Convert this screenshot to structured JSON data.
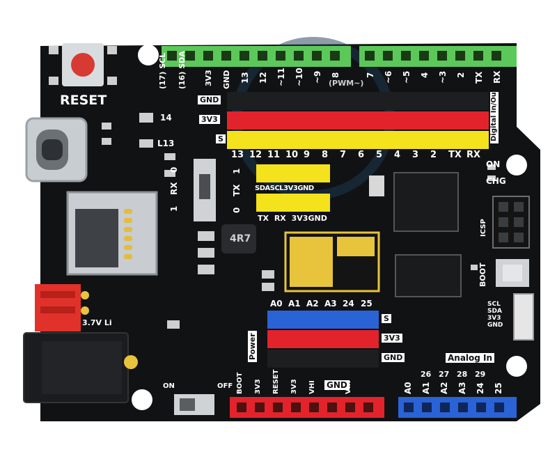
{
  "board": {
    "reset_label": "RESET",
    "led_14": "14",
    "led_l13": "L13",
    "on_label": "ON",
    "chg_label": "CHG",
    "icsp_label": "ICSP",
    "boot_label": "BOOT",
    "li_label": "3.7V Li",
    "inductor_label": "4R7",
    "switch_on": "ON",
    "switch_off": "OFF",
    "uart_switch_left": [
      "0",
      "RX",
      "1"
    ],
    "uart_switch_right": [
      "1",
      "TX",
      "0"
    ]
  },
  "top_header": {
    "left_labels": [
      "(17) SCL",
      "(16) SDA",
      "3V3",
      "GND",
      "13",
      "12",
      "~11",
      "~10",
      "~9",
      "8"
    ],
    "right_labels": [
      "7",
      "~6",
      "~5",
      "4",
      "~3",
      "2",
      "TX",
      "RX"
    ],
    "pwm_label": "(PWM~)",
    "row_tags": {
      "gnd": "GND",
      "v33": "3V3",
      "s": "S"
    },
    "digital_tag": "Digital In/Out",
    "bottom_numbers": [
      "13",
      "12",
      "11",
      "10",
      "9",
      "8",
      "7",
      "6",
      "5",
      "4",
      "3",
      "2",
      "TX",
      "RX"
    ]
  },
  "mid_header": {
    "top_row": [
      "SDA",
      "SCL",
      "3V3",
      "GND"
    ],
    "bottom_row": [
      "TX",
      "RX",
      "3V3",
      "GND"
    ]
  },
  "analog_header": {
    "top_labels": [
      "A0",
      "A1",
      "A2",
      "A3",
      "24",
      "25"
    ],
    "row_tags": {
      "s": "S",
      "v33": "3V3",
      "gnd": "GND"
    },
    "power_tag": "Power",
    "analog_tag": "Analog In"
  },
  "i2c_connector": [
    "SCL",
    "SDA",
    "3V3",
    "GND"
  ],
  "power_header": {
    "labels": [
      "BOOT",
      "3V3",
      "RESET",
      "3V3",
      "VHI",
      "GND",
      "VIN"
    ],
    "gnd_tag": "GND"
  },
  "analog_bottom": {
    "top_numbers": [
      "26",
      "27",
      "28",
      "29"
    ],
    "labels": [
      "A0",
      "A1",
      "A2",
      "A3",
      "24",
      "25"
    ]
  },
  "colors": {
    "pcb": "#111214",
    "green_header": "#5cc85a",
    "red_header": "#e3232b",
    "yellow_header": "#f4e21c",
    "blue_header": "#2a63d6",
    "gold": "#e7c43c"
  }
}
